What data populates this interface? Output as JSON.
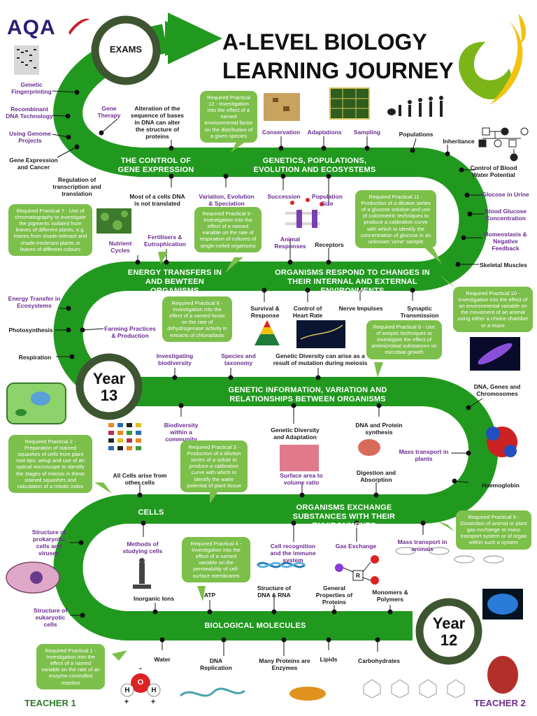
{
  "logo_text": "AQA",
  "title": [
    "A-LEVEL BIOLOGY",
    "LEARNING JOURNEY"
  ],
  "exams": "EXAMS",
  "year13": "Year 13",
  "year12": "Year 12",
  "teacher1": "TEACHER 1",
  "teacher2": "TEACHER 2",
  "colors": {
    "road": "#21991f",
    "bubble": "#7cbf4a",
    "purple": "#6b2c91",
    "dark": "#1a1a1a",
    "yearRing": "#3d5530"
  },
  "bands": {
    "b1_left": "THE CONTROL OF GENE EXPRESSION",
    "b1_right": "GENETICS, POPULATIONS, EVOLUTION AND ECOSYSTEMS",
    "b2_left": "ENERGY TRANSFERS IN AND BEWTEEN ORGANISMS",
    "b2_right": "ORGANISMS RESPOND TO CHANGES IN THEIR INTERNAL AND EXTERNAL ENVIRONMENTS",
    "b3": "GENETIC INFORMATION, VARIATION AND RELATIONSHIPS BETWEEN ORGANISMS",
    "b4_left": "CELLS",
    "b4_right": "ORGANISMS EXCHANGE SUBSTANCES WITH THEIR ENVIRONMENTS",
    "b5": "BIOLOGICAL MOLECULES"
  },
  "topics": {
    "genetic_fingerprinting": "Genetic Fingerprinting",
    "recombinant_dna": "Recombinant DNA Technology",
    "using_genome": "Using Genome Projects",
    "gene_expression_cancer": "Gene Expression and Cancer",
    "regulation_transcription": "Regulation of transcription and translation",
    "gene_therapy": "Gene Therapy",
    "alteration_sequence": "Alteration of the sequence of bases in DNA can alter the structure of proteins",
    "conservation": "Conservation",
    "adaptations": "Adaptations",
    "sampling": "Sampling",
    "populations": "Populations",
    "inheritance": "Inheritance",
    "control_blood_water": "Control of Blood Water Potential",
    "most_dna": "Most of a cells DNA is not translated",
    "variation_evolution": "Variation, Evolution & Speciation",
    "succession": "Succession",
    "population_size": "Population Size",
    "glucose_urine": "Glucose in Urine",
    "blood_glucose": "Blood Glucose Concentration",
    "homeostasis": "Homeostasis & Negative Feedback",
    "skeletal_muscles": "Skeletal Muscles",
    "nutrient_cycles": "Nutrient Cycles",
    "fertilisers": "Fertilisers & Eutrophication",
    "animal_responses": "Animal Responses",
    "receptors": "Receptors",
    "energy_transfer_eco": "Energy Transfer in Ecosystems",
    "photosynthesis": "Photosynthesis",
    "respiration": "Respiration",
    "farming_practices": "Farming Practices & Production",
    "survival_response": "Survival & Response",
    "control_heart": "Control of Heart Rate",
    "nerve_impulses": "Nerve Impulses",
    "synaptic": "Synaptic Transmission",
    "investigating_biodiversity": "Investigating biodiversity",
    "species_taxonomy": "Species and taxonomy",
    "genetic_diversity_mutation": "Genetic Diversity can arise as a result of mutation during meiosis",
    "dna_genes_chromosomes": "DNA, Genes and Chromosomes",
    "biodiversity_community": "Biodiversity within a community",
    "genetic_diversity_adaptation": "Genetic Diversity and Adaptation",
    "dna_protein_synthesis": "DNA and Protein synthesis",
    "mass_transport_plants": "Mass transport in plants",
    "all_cells_arise": "All Cells arise from other cells",
    "surface_area": "Surface area to volume ratio",
    "digestion_absorption": "Digestion and Absorption",
    "haemoglobin": "Haemoglobin",
    "structure_prokaryotic": "Structure of prokaryotic cells and viruses",
    "methods_studying": "Methods of studying cells",
    "cell_recognition": "Cell recognition and the immune system",
    "gas_exchange": "Gas Exchange",
    "mass_transport_animals": "Mass transport in animals",
    "inorganic_ions": "Inorganic Ions",
    "atp": "ATP",
    "structure_dna_rna": "Structure of DNA & RNA",
    "general_properties": "General Properties of Proteins",
    "monomers_polymers": "Monomers & Polymers",
    "structure_eukaryotic": "Structure of eukaryotic cells",
    "water": "Water",
    "dna_replication": "DNA Replication",
    "many_proteins": "Many Proteins are Enzymes",
    "lipids": "Lipids",
    "carbohydrates": "Carbohydrates"
  },
  "practicals": {
    "rp1": "Required Practical 1 - Investigation into the effect of a named variable on the rate of an enzyme-controlled reaction",
    "rp2": "Required Practical 2 - Preparation of stained squashes of cells from plant root tips; setup and use of an optical microscope to identify the stages of mitosis in these stained squashes and calculation of a mitotic index",
    "rp3": "Required Practical 3 - Production of a dilution series of a solute to produce a calibration curve with which to identify the water potential of plant tissue",
    "rp4": "Required Practical 4 - Investigation into the effect of a named variable on the permeability of cell-surface membranes",
    "rp5": "Required Practical 5 - Dissection of animal or plant gas exchange or mass transport system or of organ within such a system",
    "rp6": "Required Practical 6 - Use of aseptic techniques to investigate the effect of antimicrobial substances on microbial growth",
    "rp7": "Required Practical 7 - Use of chromatography to investigate the pigments isolated from leaves of different plants, e.g. leaves from shade-tolerant and shade-intolerant plants or leaves of different colours",
    "rp8": "Required Practical 8 - Investigation into the effect of a named factor on the rate of dehydrogenase activity in extracts of chloroplasts",
    "rp9": "Required Practical 9 - Investigation into the effect of a named variable on the rate of respiration of cultures of single-celled organisms",
    "rp10": "Required Practical 10 - Investigation into the effect of an environmental variable on the movement of an animal using either a choice chamber or a maze",
    "rp11": "Required Practical 11 - Production of a dilution series of a glucose solution and use of colorimetric techniques to produce a calibration curve with which to identify the concentration of glucose in an unknown 'urine' sample",
    "rp12": "Required Practical 12 - Investigation into the effect of a named environmental factor on the distribution of a given species"
  },
  "diagram_labels": {
    "r_label": "R",
    "h_left": "H",
    "o_label": "O",
    "h_right": "H",
    "minus": "-",
    "plus_left": "+",
    "plus_right": "+"
  }
}
